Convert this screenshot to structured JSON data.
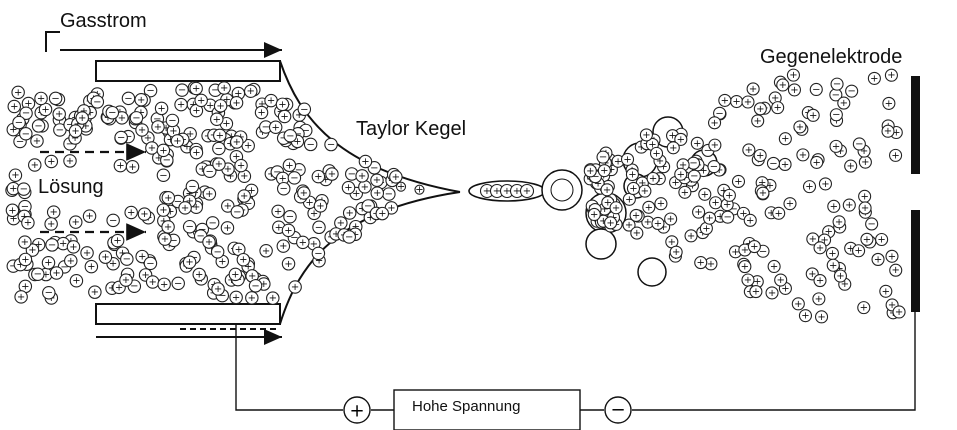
{
  "labels": {
    "gas_flow": "Gasstrom",
    "taylor_cone": "Taylor Kegel",
    "solution": "Lösung",
    "counter_electrode": "Gegenelektrode",
    "high_voltage": "Hohe Spannung"
  },
  "symbols": {
    "plus": "+",
    "minus": "−"
  },
  "colors": {
    "line": "#111111",
    "background": "#ffffff"
  }
}
